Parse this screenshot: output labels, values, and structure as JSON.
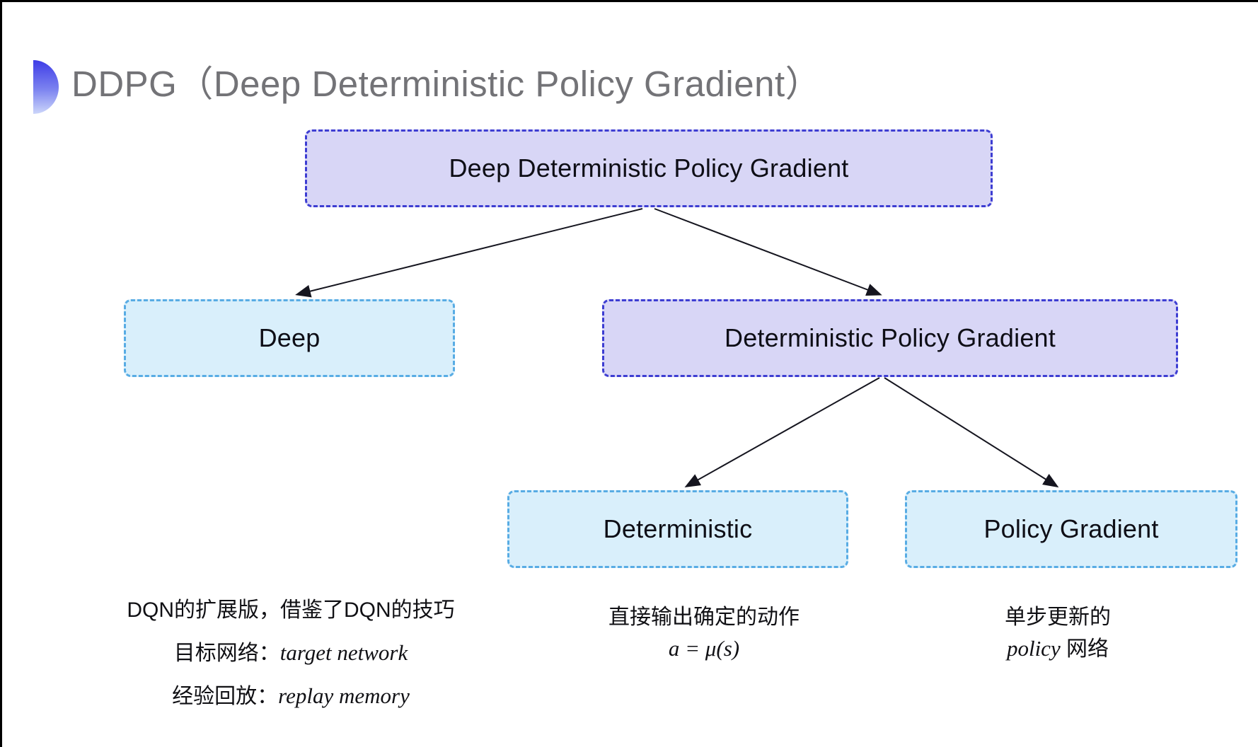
{
  "header": {
    "title": "DDPG（Deep Deterministic Policy Gradient）"
  },
  "icons": {
    "title_bullet": "semicircle"
  },
  "tree": {
    "root": {
      "label": "Deep Deterministic Policy Gradient",
      "variant": "purple"
    },
    "level2": [
      {
        "label": "Deep",
        "variant": "cyan"
      },
      {
        "label": "Deterministic Policy Gradient",
        "variant": "purple"
      }
    ],
    "level3": [
      {
        "label": "Deterministic",
        "variant": "cyan"
      },
      {
        "label": "Policy Gradient",
        "variant": "cyan"
      }
    ]
  },
  "notes": {
    "deep": {
      "line1": "DQN的扩展版，借鉴了DQN的技巧",
      "line2_label": "目标网络：",
      "line2_term": "target network",
      "line3_label": "经验回放：",
      "line3_term": "replay memory"
    },
    "deterministic": {
      "line1": "直接输出确定的动作",
      "formula": "a = μ(s)"
    },
    "policy_gradient": {
      "line1": "单步更新的",
      "line2_term": "policy",
      "line2_suffix": " 网络"
    }
  },
  "colors": {
    "title": "#737377",
    "bullet_top": "#3e3ce6",
    "purple_fill": "#d8d6f6",
    "purple_border": "#3d3dd2",
    "cyan_fill": "#d9effb",
    "cyan_border": "#58ace4",
    "arrow": "#15151f"
  }
}
